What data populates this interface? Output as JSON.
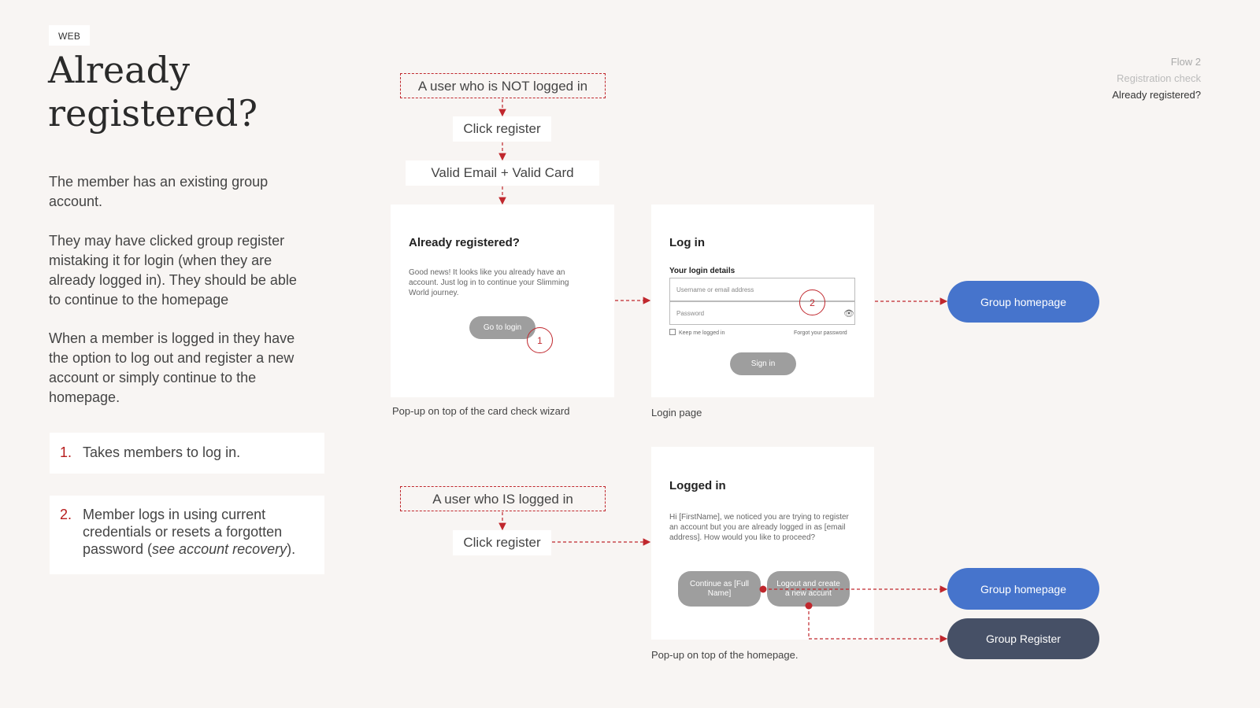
{
  "tag": "WEB",
  "title": "Already registered?",
  "paragraphs": [
    "The member has an existing group account.",
    "They may have clicked group register mistaking it for login (when they are already logged in). They should be able to continue to the homepage",
    "When a member is logged in they have the option to log out and register a new account or simply continue to the homepage."
  ],
  "notes": [
    {
      "num": "1.",
      "text": "Takes members to log in."
    },
    {
      "num": "2.",
      "text_before": "Member logs in using current credentials or resets a forgotten password (",
      "text_italic": "see account recovery",
      "text_after": ")."
    }
  ],
  "breadcrumbs": [
    "Flow 2",
    "Registration check",
    "Already registered?"
  ],
  "flow_top": {
    "start": "A user who is NOT logged in",
    "step1": "Click register",
    "step2": "Valid Email + Valid Card"
  },
  "popup_card": {
    "title": "Already registered?",
    "text": "Good news! It looks like you already have an account. Just log in to continue your Slimming World journey.",
    "button": "Go to login",
    "badge": "1",
    "caption": "Pop-up on top of the card check wizard"
  },
  "login_card": {
    "title": "Log in",
    "section": "Your login details",
    "username_placeholder": "Username or email address",
    "password_placeholder": "Password",
    "keep_logged": "Keep me logged in",
    "forgot": "Forgot your password",
    "button": "Sign in",
    "badge": "2",
    "caption": "Login page"
  },
  "flow_bottom": {
    "start": "A user who IS logged in",
    "step1": "Click register"
  },
  "logged_card": {
    "title": "Logged in",
    "text": "Hi [FirstName], we noticed you are trying to register an account but you are already logged in as [email address]. How would you like to proceed?",
    "button_continue": "Continue as [Full Name]",
    "button_logout": "Logout and create a new accunt",
    "caption": "Pop-up on top of the homepage."
  },
  "destinations": {
    "homepage_1": "Group homepage",
    "homepage_2": "Group homepage",
    "register": "Group Register"
  },
  "colors": {
    "background": "#f8f5f3",
    "accent_red": "#c0272d",
    "blue_pill": "#4674cc",
    "dark_pill": "#465066",
    "gray_button": "#9e9e9e"
  }
}
